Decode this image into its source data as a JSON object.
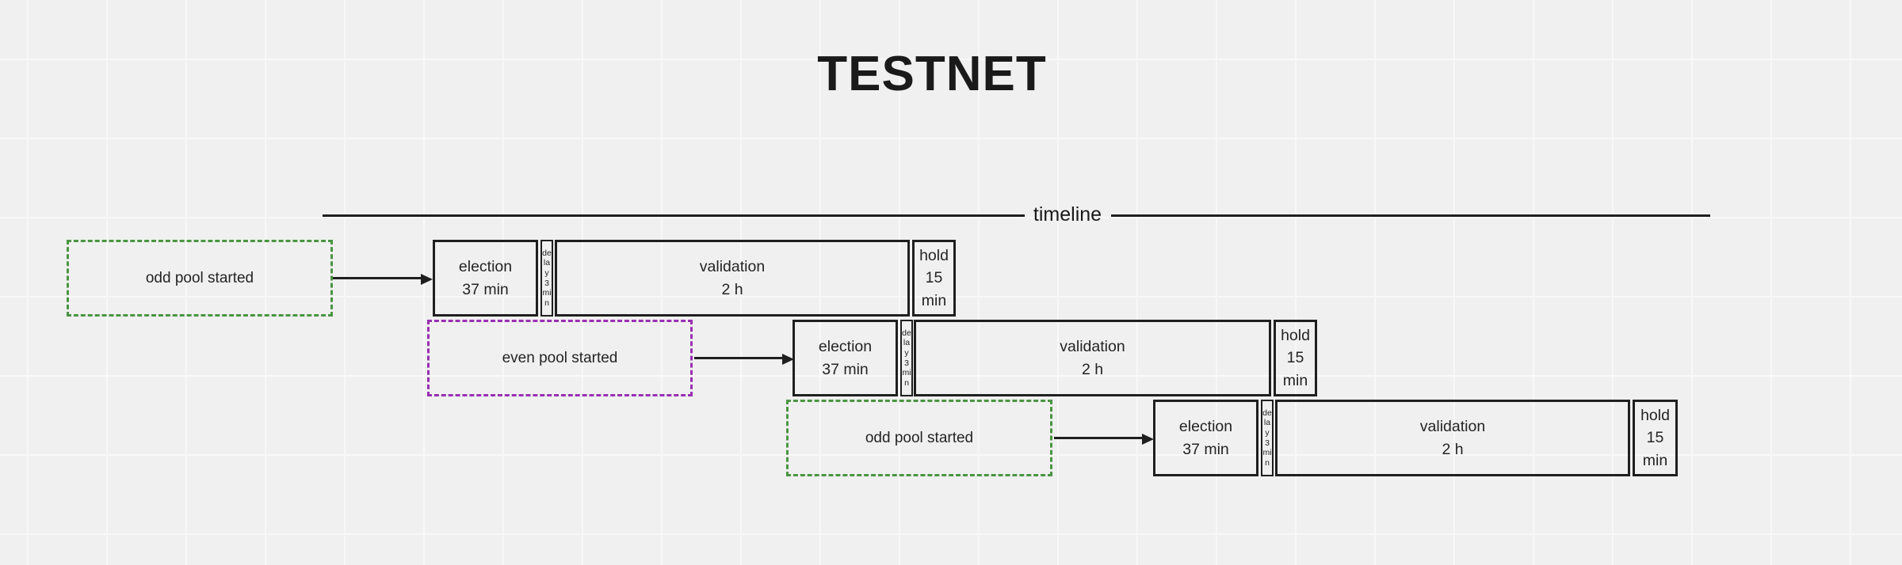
{
  "title": "TESTNET",
  "timeline_label": "timeline",
  "colors": {
    "stroke": "#1f1f1f",
    "odd_pool_green": "#4a9542",
    "even_pool_purple": "#9a2fb3",
    "background": "#f0f0f0",
    "grid_line": "#f8f8f8"
  },
  "rows": [
    {
      "pool": {
        "label": "odd pool started",
        "color": "green"
      },
      "stages": [
        {
          "name": "election",
          "label": "election\n37 min"
        },
        {
          "name": "delay",
          "label": "delay 3 min"
        },
        {
          "name": "validation",
          "label": "validation\n2 h"
        },
        {
          "name": "hold",
          "label": "hold\n15\nmin"
        }
      ]
    },
    {
      "pool": {
        "label": "even pool started",
        "color": "purple"
      },
      "stages": [
        {
          "name": "election",
          "label": "election\n37 min"
        },
        {
          "name": "delay",
          "label": "delay 3 min"
        },
        {
          "name": "validation",
          "label": "validation\n2 h"
        },
        {
          "name": "hold",
          "label": "hold\n15\nmin"
        }
      ]
    },
    {
      "pool": {
        "label": "odd pool started",
        "color": "green"
      },
      "stages": [
        {
          "name": "election",
          "label": "election\n37 min"
        },
        {
          "name": "delay",
          "label": "delay 3 min"
        },
        {
          "name": "validation",
          "label": "validation\n2 h"
        },
        {
          "name": "hold",
          "label": "hold\n15\nmin"
        }
      ]
    }
  ]
}
